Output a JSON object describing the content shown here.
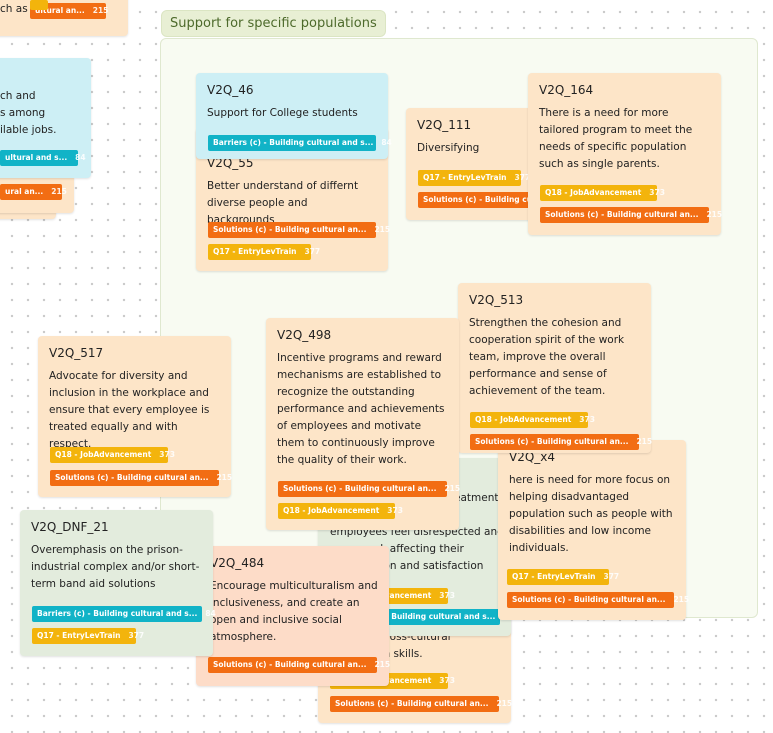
{
  "frame": {
    "title": "Support for specific populations"
  },
  "tags": {
    "solutions": "Solutions (c) - Building cultural an...",
    "barriers": "Barriers (c) - Building cultural and s...",
    "q17": "Q17 - EntryLevTrain",
    "q18": "Q18 - JobAdvancement",
    "count_215": "215",
    "count_84": "84",
    "count_377": "377",
    "count_373": "373"
  },
  "edge_notes": {
    "top_left_text": "ch as",
    "left_blue_line1": "ch and",
    "left_blue_line2": "s among",
    "left_blue_line3": "ilable jobs.",
    "left_tag_solutions": "ultural an...",
    "left_tag_barriers": "ultural and s...",
    "left_tag_bottom": "ural an..."
  },
  "notes": {
    "v2q_46": {
      "id": "V2Q_46",
      "text": "Support for College students"
    },
    "v2q_55": {
      "id": "V2Q_55",
      "text": "Better understand of differnt diverse people and backgrounds"
    },
    "v2q_111": {
      "id": "V2Q_111",
      "text": "Diversifying"
    },
    "v2q_164": {
      "id": "V2Q_164",
      "text": "There is a need for more tailored program to meet the needs of specific population such as single parents."
    },
    "v2q_513": {
      "id": "V2Q_513",
      "text": "Strengthen the cohesion and cooperation spirit of the work team, improve the overall performance and sense of achievement of the team."
    },
    "v2q_498": {
      "id": "V2Q_498",
      "text": "Incentive programs and reward mechanisms are established to recognize the outstanding performance and achievements of employees and motivate them to continuously improve the quality of their work."
    },
    "v2q_517": {
      "id": "V2Q_517",
      "text": "Advocate for diversity and inclusion in the workplace and ensure that every employee is treated equally and with respect."
    },
    "v2q_dnf_21": {
      "id": "V2Q_DNF_21",
      "text": "Overemphasis on the prison-industrial complex and/or short-term band aid solutions"
    },
    "v2q_484": {
      "id": "V2Q_484",
      "text": "Encourage multiculturalism and inclusiveness, and create an open and inclusive social atmosphere."
    },
    "v2q_x4": {
      "id": "V2Q_x4",
      "text": "here is need for more focus on helping disadvantaged population such as people with disabilities and low income individuals."
    },
    "green_under": {
      "line1": "eatment",
      "line2": "employees feel disrespected and",
      "line3": "ed, affecting their",
      "line4": "ation and satisfaction"
    },
    "bottom_peach": {
      "line1": "e cross-cultural",
      "line2": "tion skills."
    }
  },
  "colors": {
    "orange": "#f26d13",
    "yellow": "#f3b40c",
    "teal": "#11b3c7",
    "frame_title": "#4d6a2b"
  }
}
